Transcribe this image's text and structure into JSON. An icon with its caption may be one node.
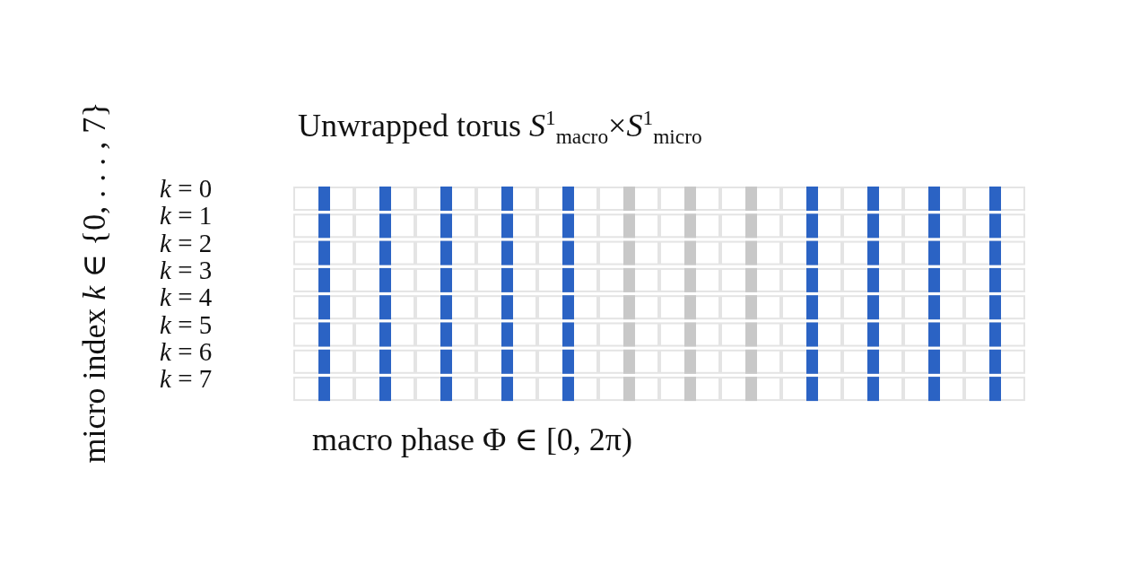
{
  "diagram": {
    "title": "Unwrapped torus *S*$^{1}$$_{macro}$×*S*$^{1}$$_{micro}$",
    "labels": [
      "micro index *k* ∈ {0, . . . , 7}",
      "*k* = 0",
      "*k* = 1",
      "*k* = 2",
      "*k* = 3",
      "*k* = 4",
      "*k* = 5",
      "*k* = 6",
      "*k* = 7",
      "macro phase Φ ∈ [0, 2π)"
    ]
  }
}
